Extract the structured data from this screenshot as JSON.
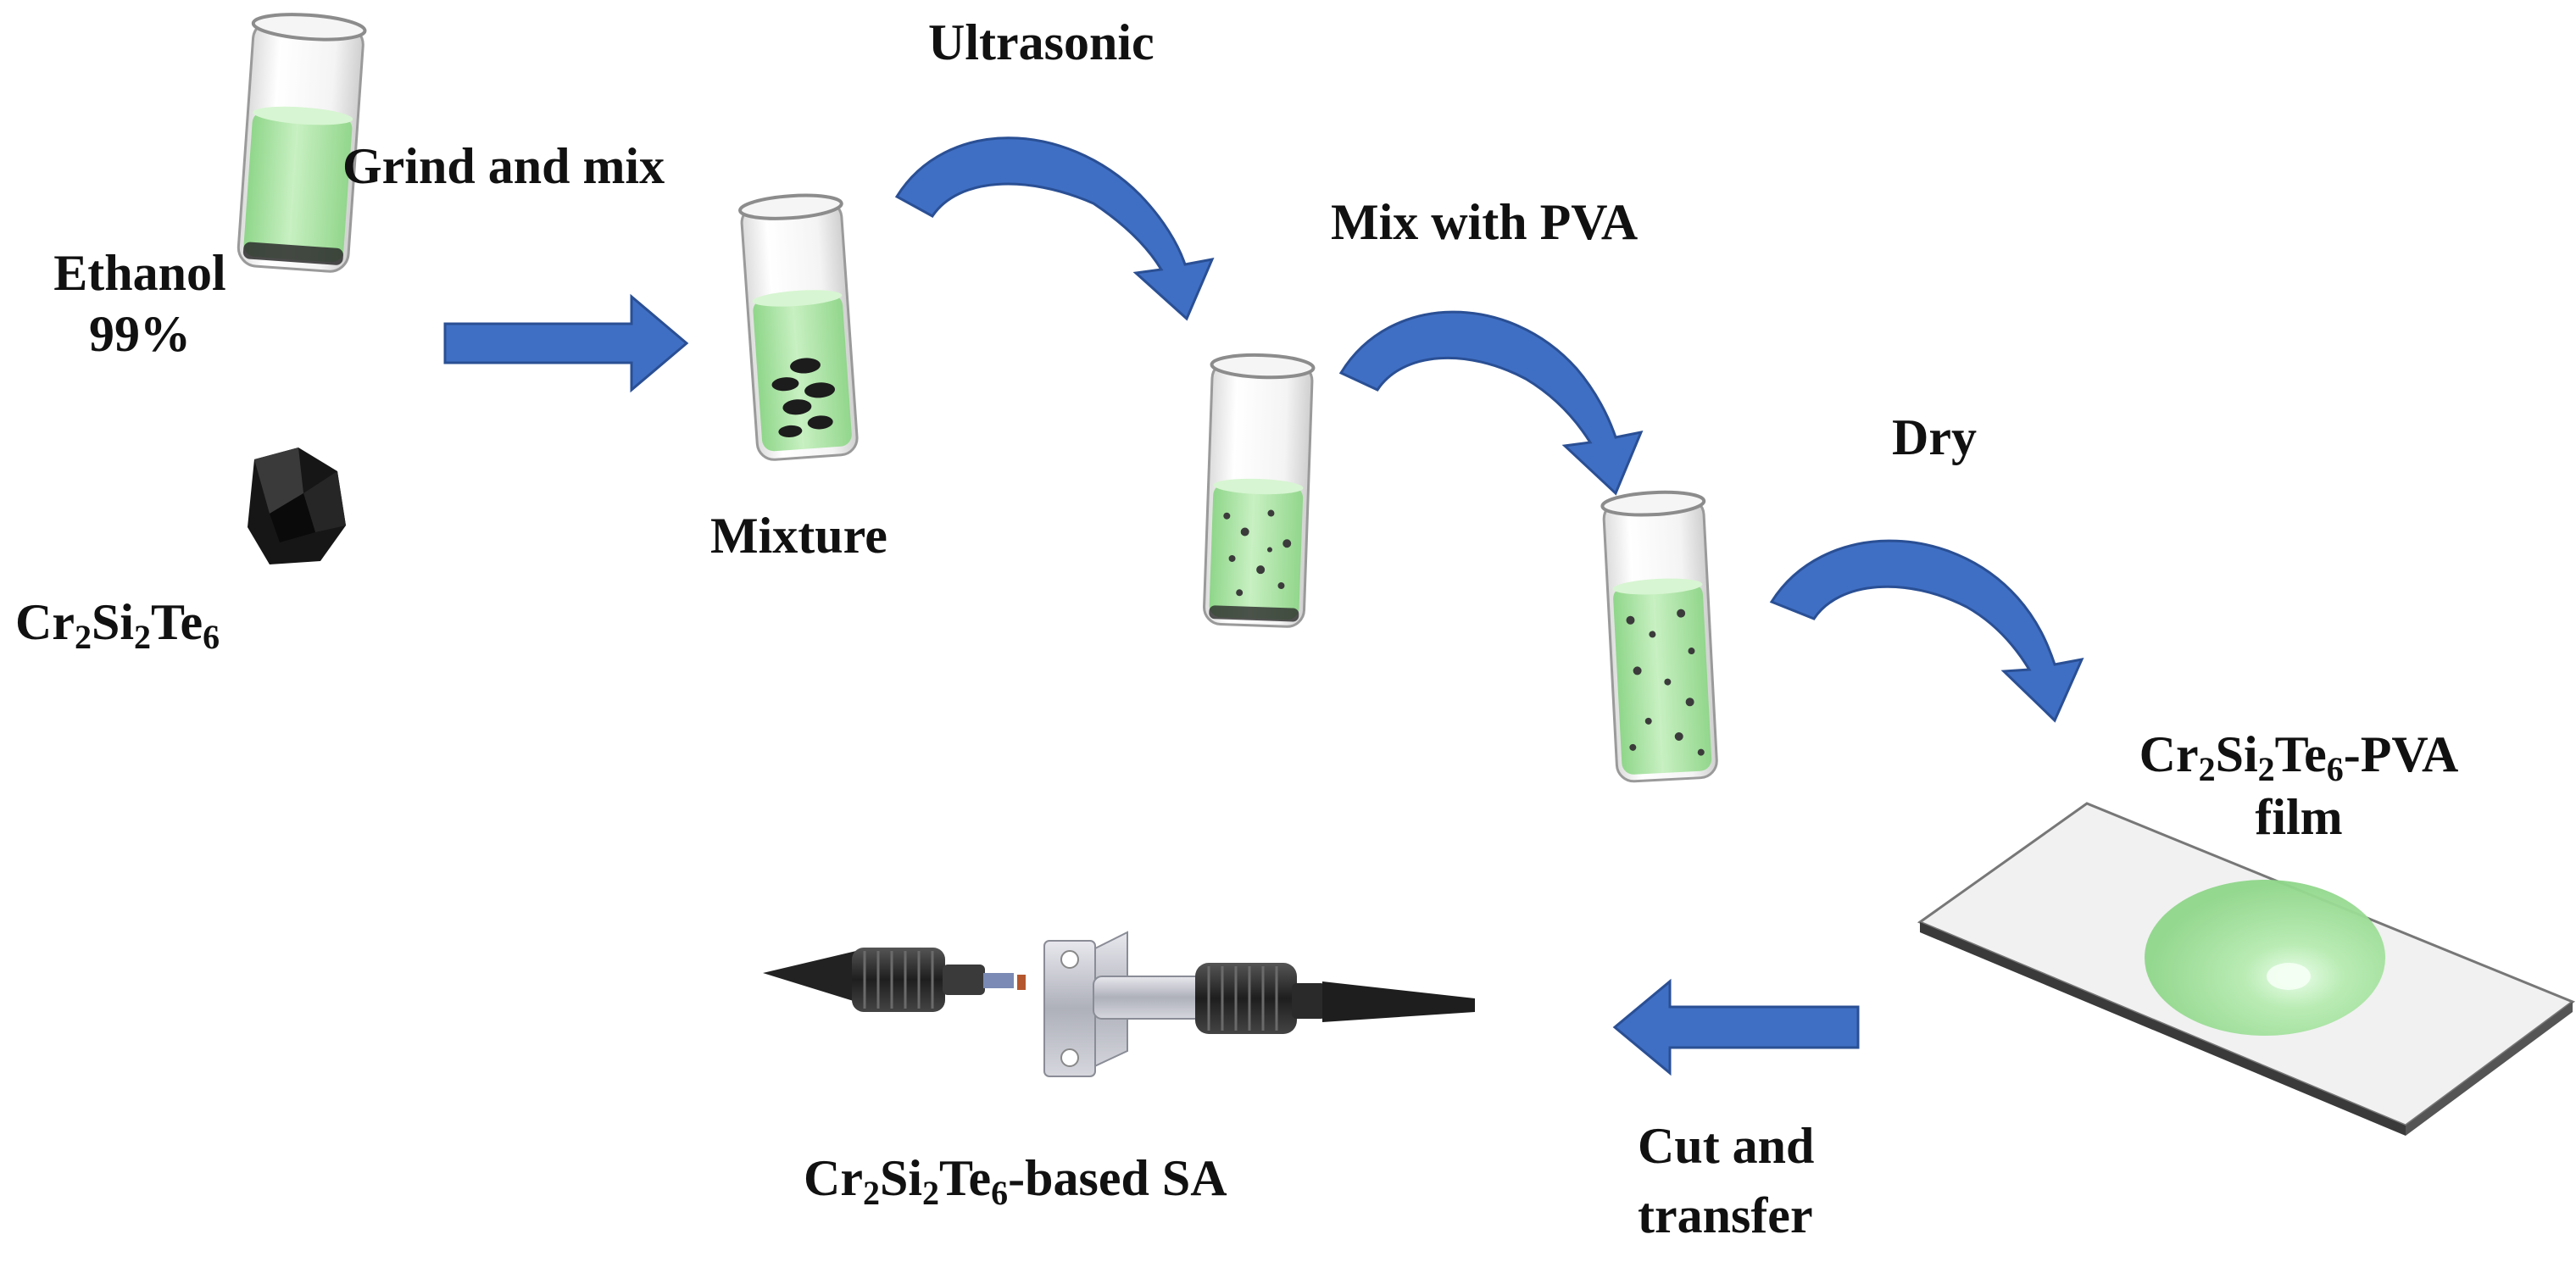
{
  "labels": {
    "ethanol": "Ethanol",
    "ethanol_pct": "99%",
    "grind_mix": "Grind and mix",
    "ultrasonic": "Ultrasonic",
    "mixture": "Mixture",
    "mix_pva": "Mix with PVA",
    "dry": "Dry",
    "crystal": {
      "a": "Cr",
      "s1": "2",
      "b": "Si",
      "s2": "2",
      "c": "Te",
      "s3": "6"
    },
    "film": {
      "a": "Cr",
      "s1": "2",
      "b": "Si",
      "s2": "2",
      "c": "Te",
      "s3": "6",
      "suffix": "-PVA",
      "line2": "film"
    },
    "sa": {
      "a": "Cr",
      "s1": "2",
      "b": "Si",
      "s2": "2",
      "c": "Te",
      "s3": "6",
      "suffix": "-based SA"
    },
    "cut": "Cut and",
    "transfer": "transfer"
  },
  "colors": {
    "arrow_fill": "#3f6fc4",
    "arrow_stroke": "#2a4f94",
    "liquid": "#b9ebb3",
    "crystal": "#1a1a1a",
    "film_drop": "#a6e3a0"
  }
}
